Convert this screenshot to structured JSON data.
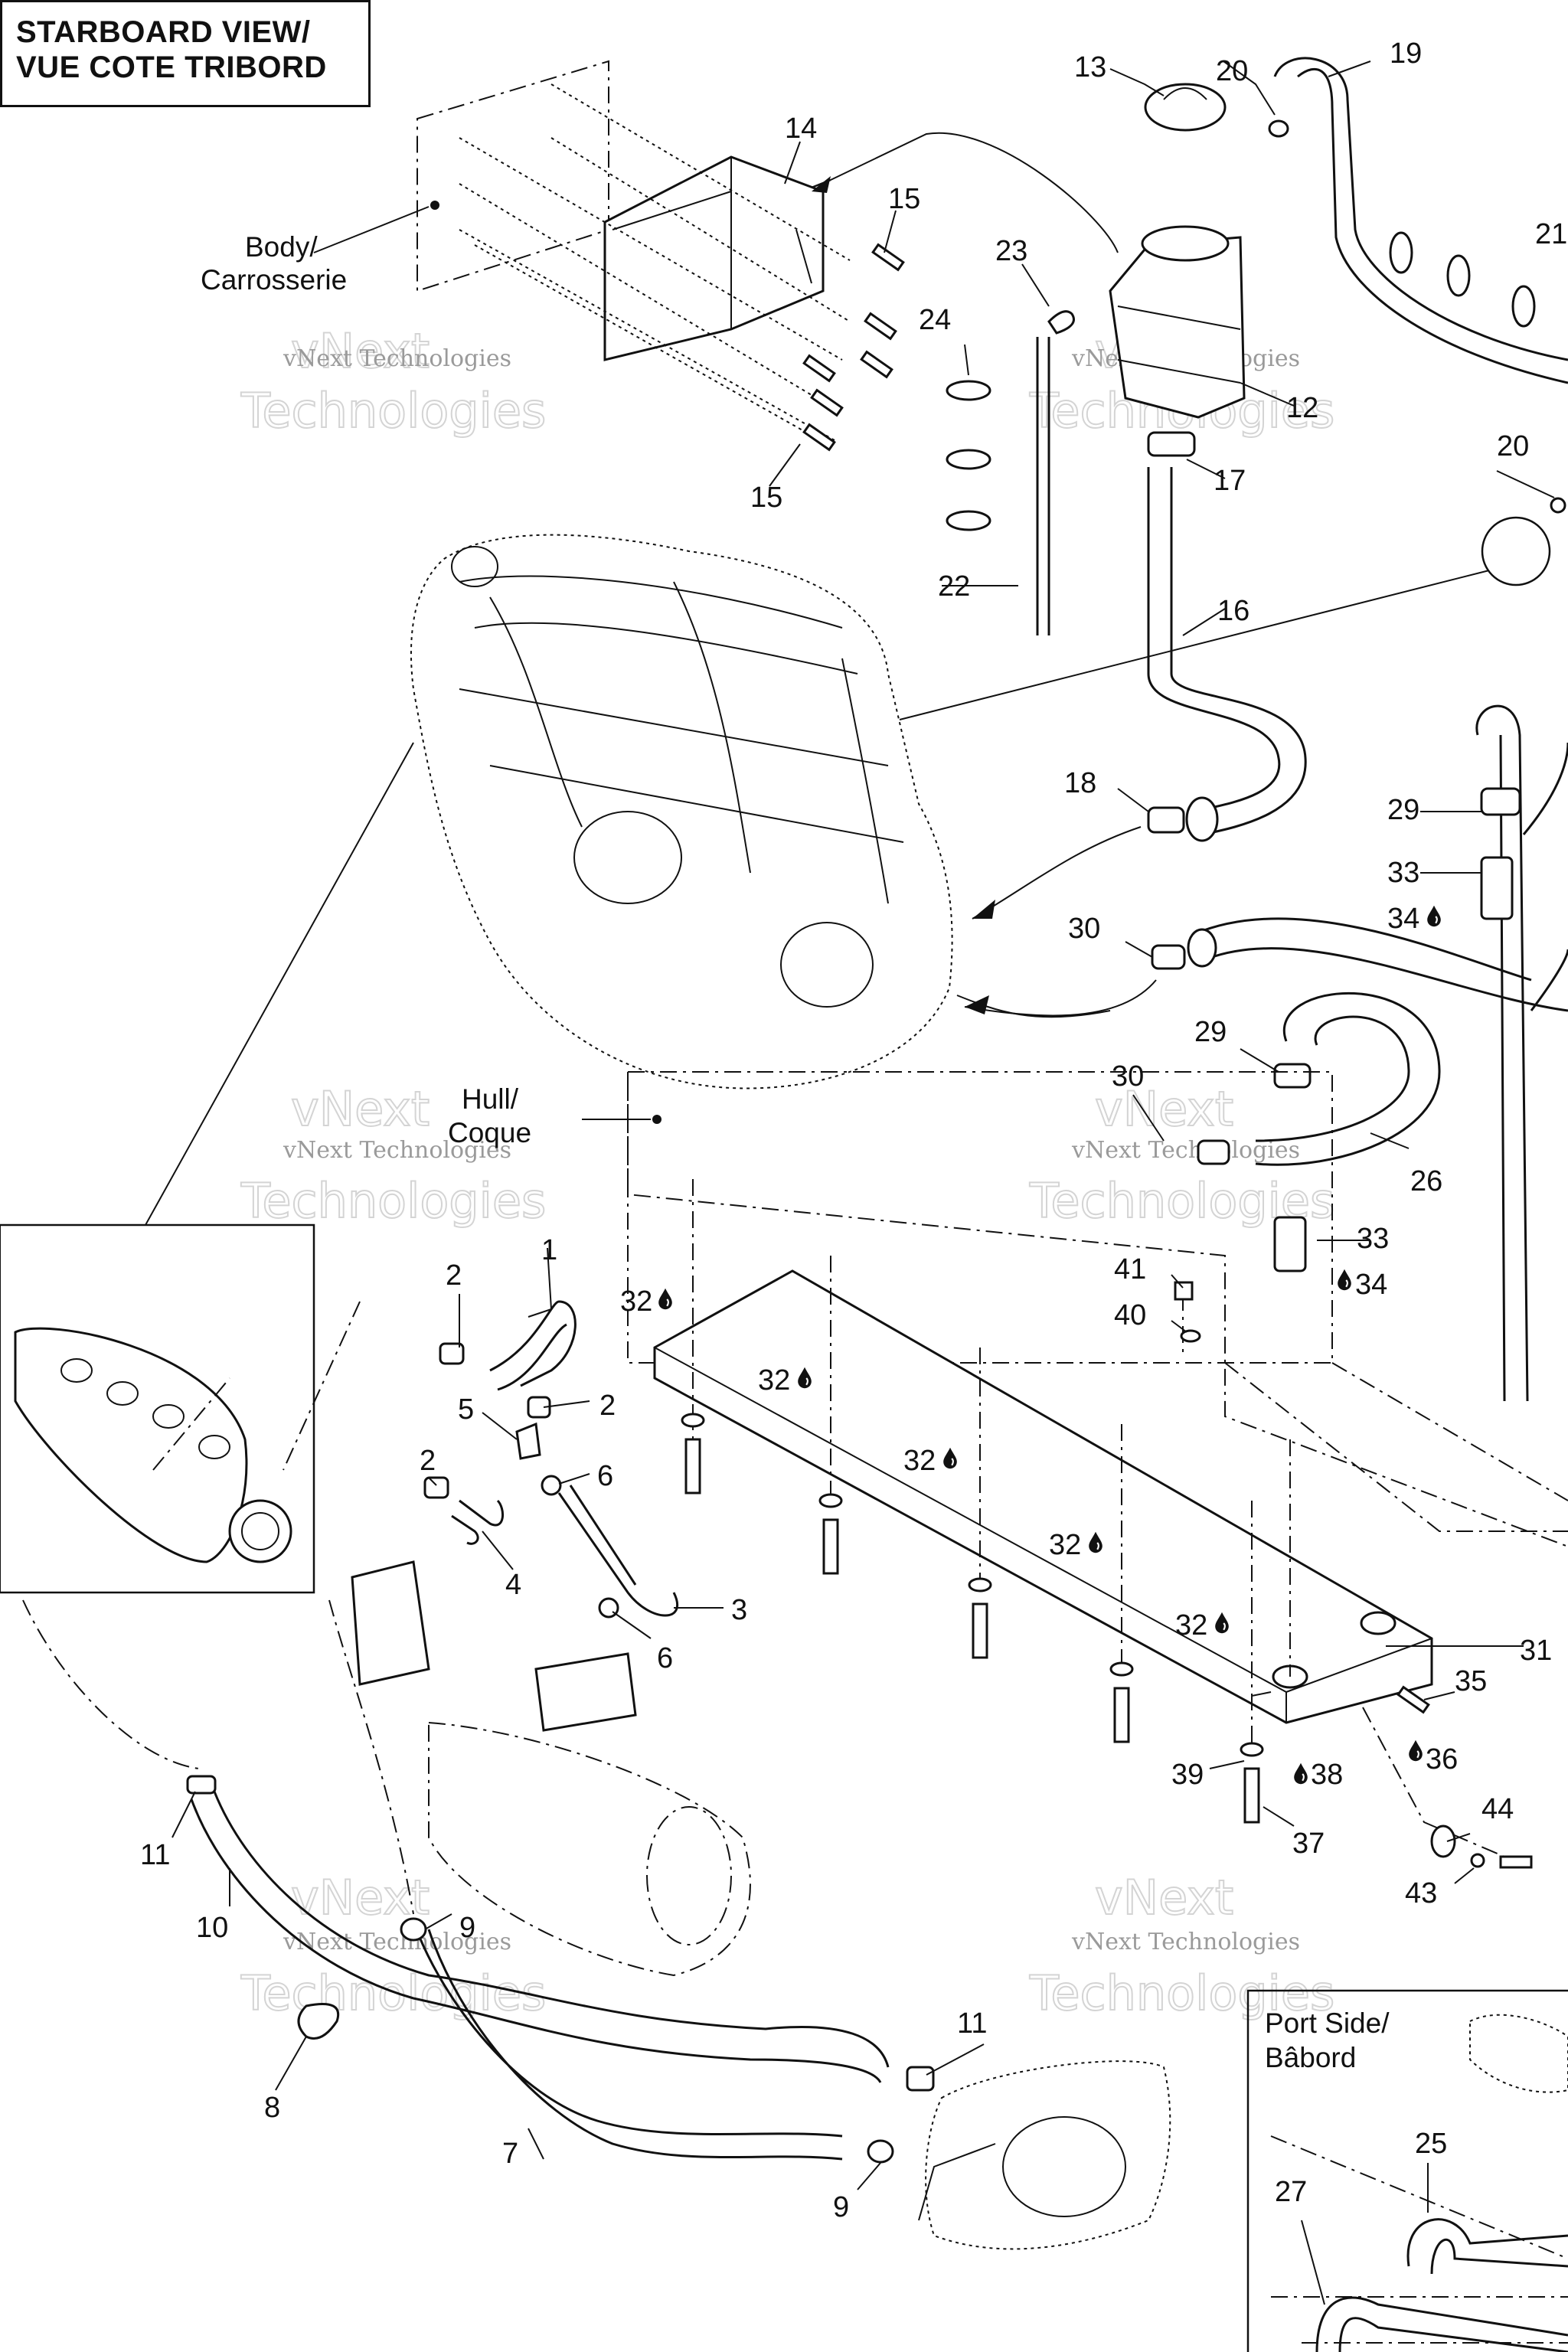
{
  "title": {
    "line1": "STARBOARD VIEW/",
    "line2": "VUE COTE TRIBORD"
  },
  "labels": {
    "body_line1": "Body/",
    "body_line2": "Carrosserie",
    "hull_line1": "Hull/",
    "hull_line2": "Coque",
    "port_line1": "Port Side/",
    "port_line2": "Bâbord"
  },
  "watermark": {
    "line1": "vNext Technologies",
    "line2": "Technologies",
    "line3": "vNext"
  },
  "callouts": {
    "c1": "1",
    "c2a": "2",
    "c2b": "2",
    "c2c": "2",
    "c3": "3",
    "c4": "4",
    "c5": "5",
    "c6a": "6",
    "c6b": "6",
    "c7": "7",
    "c8": "8",
    "c9a": "9",
    "c9b": "9",
    "c10": "10",
    "c11a": "11",
    "c11b": "11",
    "c12": "12",
    "c13": "13",
    "c14": "14",
    "c15a": "15",
    "c15b": "15",
    "c16": "16",
    "c17": "17",
    "c18": "18",
    "c19": "19",
    "c20a": "20",
    "c20b": "20",
    "c21": "21",
    "c22": "22",
    "c23": "23",
    "c24": "24",
    "c25": "25",
    "c26": "26",
    "c27": "27",
    "c29a": "29",
    "c29b": "29",
    "c30a": "30",
    "c30b": "30",
    "c31": "31",
    "c32a": "32",
    "c32b": "32",
    "c32c": "32",
    "c32d": "32",
    "c32e": "32",
    "c33a": "33",
    "c33b": "33",
    "c34a": "34",
    "c34b": "34",
    "c35": "35",
    "c36": "36",
    "c37": "37",
    "c38": "38",
    "c39": "39",
    "c40": "40",
    "c41": "41",
    "c43": "43",
    "c44": "44"
  },
  "icons": [
    "sealant-drop-icon"
  ]
}
